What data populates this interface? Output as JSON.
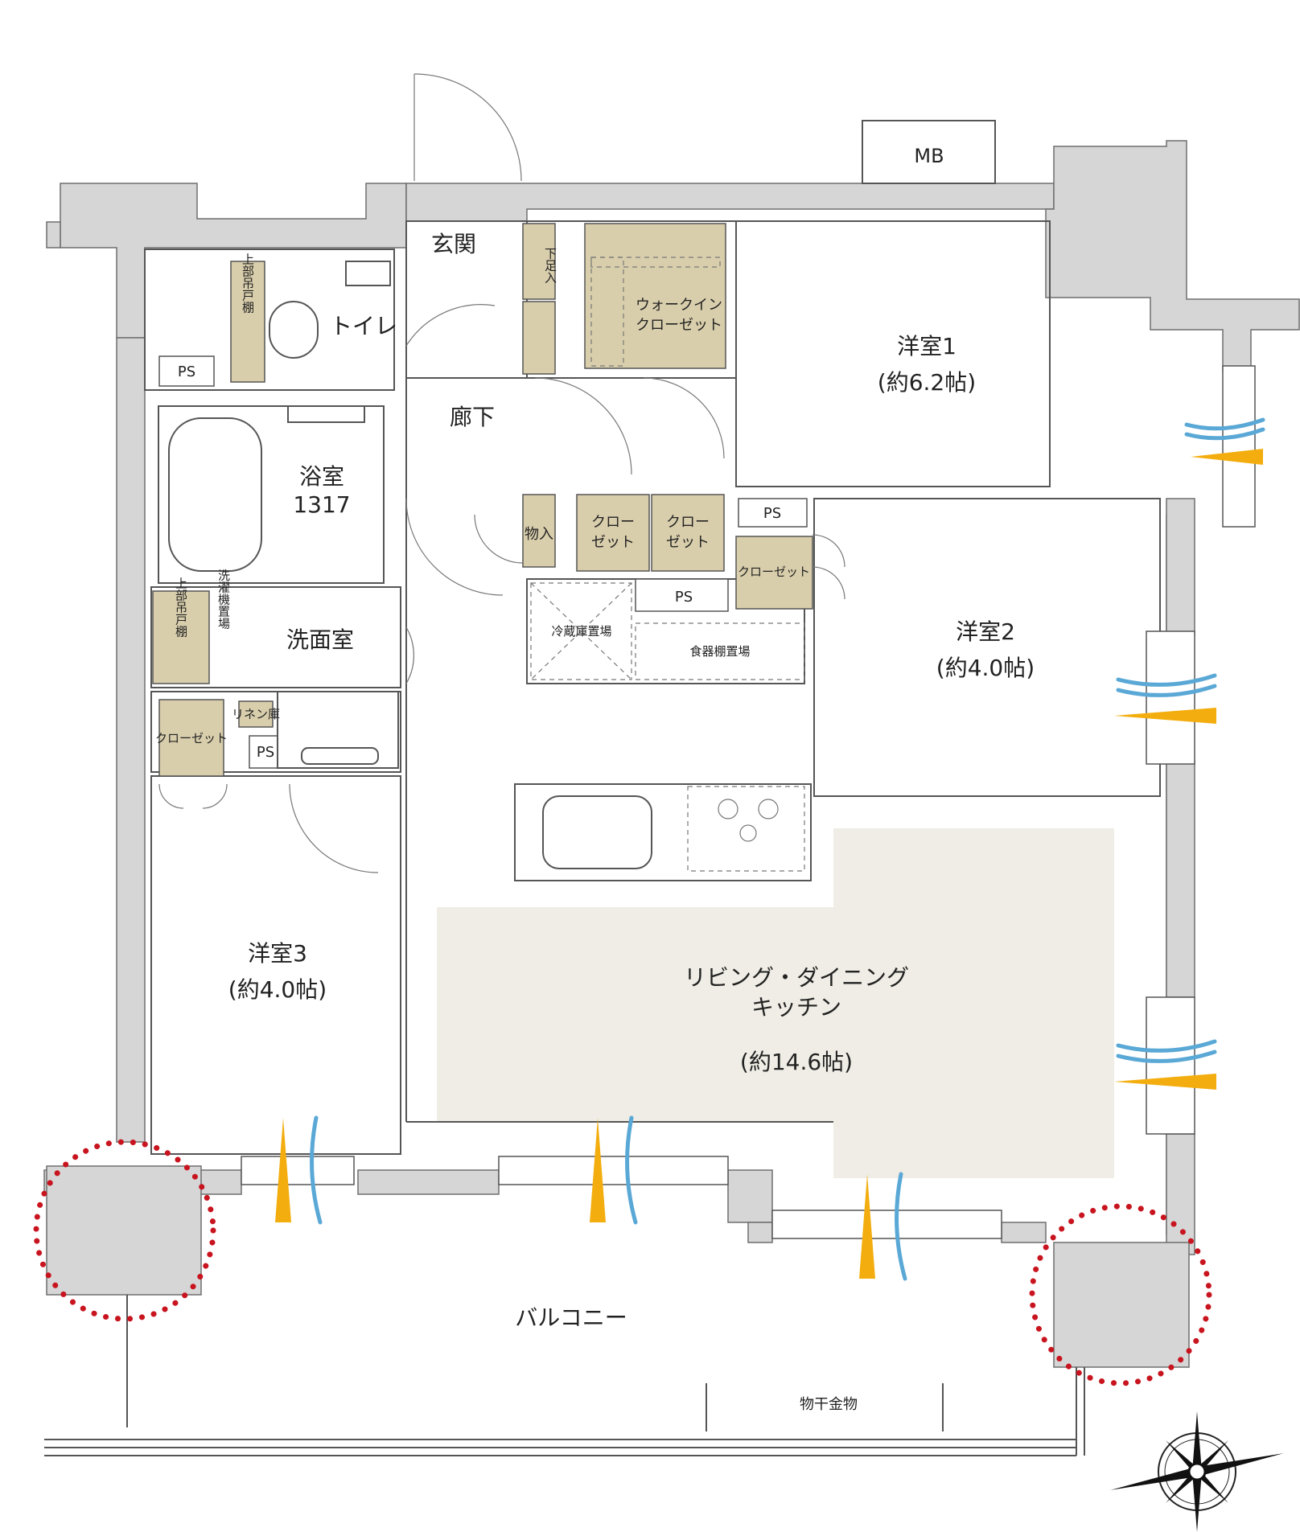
{
  "rooms": {
    "entrance": "玄関",
    "shoe_closet": "下足入",
    "walk_in_closet": "ウォークイン\nクローゼット",
    "western1": "洋室1",
    "western1_size": "(約6.2帖)",
    "toilet": "トイレ",
    "upper_shelf_toilet": "上部吊戸棚",
    "ps1": "PS",
    "corridor": "廊下",
    "bath": "浴室",
    "bath_size": "1317",
    "storage": "物入",
    "closet_a": "クローゼット",
    "closet_b": "クローゼット",
    "ps2": "PS",
    "closet_w2": "クローゼット",
    "western2": "洋室2",
    "western2_size": "(約4.0帖)",
    "upper_shelf_wash": "上部吊戸棚",
    "washer": "洗濯機置場",
    "washroom": "洗面室",
    "fridge": "冷蔵庫置場",
    "ps3": "PS",
    "cupboard": "食器棚置場",
    "linen": "リネン庫",
    "closet_w3": "クローゼット",
    "ps4": "PS",
    "western3": "洋室3",
    "western3_size": "(約4.0帖)",
    "ldk1": "リビング・ダイニング",
    "ldk2": "キッチン",
    "ldk_size": "(約14.6帖)",
    "balcony": "バルコニー",
    "drying": "物干金物",
    "mb": "MB"
  },
  "colors": {
    "wall": "#d6d6d6",
    "closet": "#d9ceac",
    "ldk": "#efede5",
    "wind_orange": "#f3ad0e",
    "wind_blue": "#5aa8d6",
    "ring_red": "#c8141e"
  },
  "icons": {
    "ventilation": "wind-arrow-icon",
    "compass": "compass-rose-icon"
  }
}
